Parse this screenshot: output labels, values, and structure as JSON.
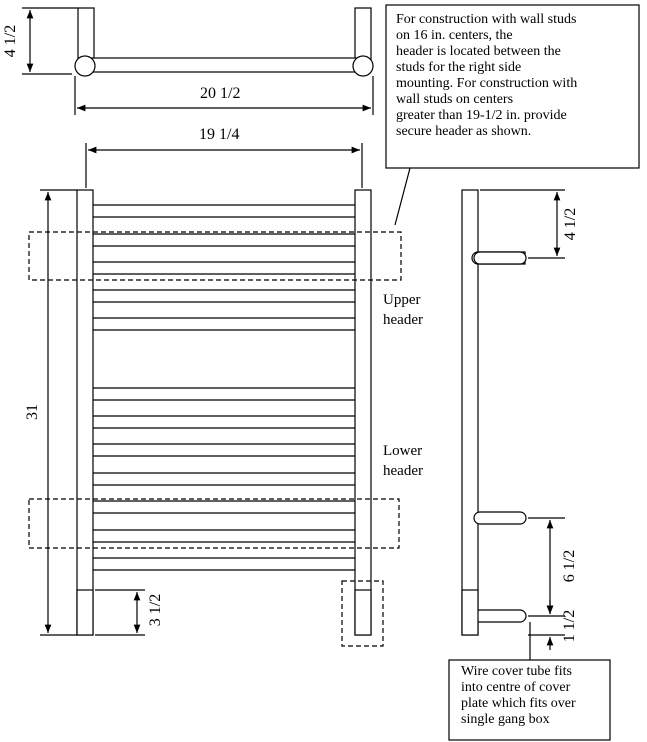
{
  "notes": {
    "construction": [
      "For construction with wall studs",
      "on 16 in. centers, the",
      "header is located between the",
      "studs for the right side",
      "mounting. For construction with",
      "wall studs on centers",
      "greater than 19-1/2 in. provide",
      "secure header as shown."
    ],
    "wire_cover": [
      "Wire cover tube fits",
      "into centre of cover",
      "plate which fits over",
      "single gang box"
    ]
  },
  "dimensions": {
    "top_height": "4 1/2",
    "top_width": "20 1/2",
    "inner_width": "19 1/4",
    "overall_height": "31",
    "bottom_leg": "3 1/2",
    "side_top": "4 1/2",
    "side_middle": "6 1/2",
    "side_bottom": "1 1/2"
  },
  "headers": {
    "upper": [
      "Upper",
      "header"
    ],
    "lower": [
      "Lower",
      "header"
    ]
  }
}
